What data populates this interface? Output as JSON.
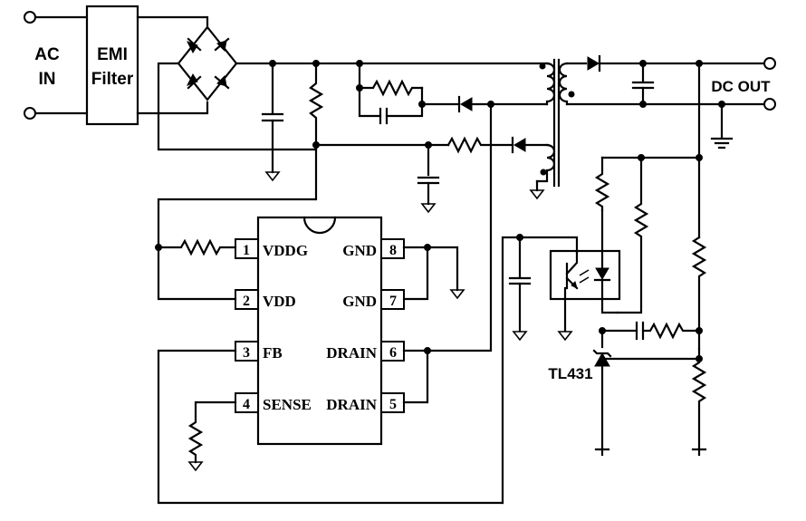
{
  "labels": {
    "ac_in_line1": "AC",
    "ac_in_line2": "IN",
    "emi_line1": "EMI",
    "emi_line2": "Filter",
    "dc_out": "DC OUT",
    "regulator": "TL431"
  },
  "ic": {
    "pins": [
      {
        "number": "1",
        "name": "VDDG"
      },
      {
        "number": "2",
        "name": "VDD"
      },
      {
        "number": "3",
        "name": "FB"
      },
      {
        "number": "4",
        "name": "SENSE"
      },
      {
        "number": "5",
        "name": "DRAIN"
      },
      {
        "number": "6",
        "name": "DRAIN"
      },
      {
        "number": "7",
        "name": "GND"
      },
      {
        "number": "8",
        "name": "GND"
      }
    ]
  },
  "colors": {
    "ink": "#000000",
    "paper": "#ffffff"
  }
}
